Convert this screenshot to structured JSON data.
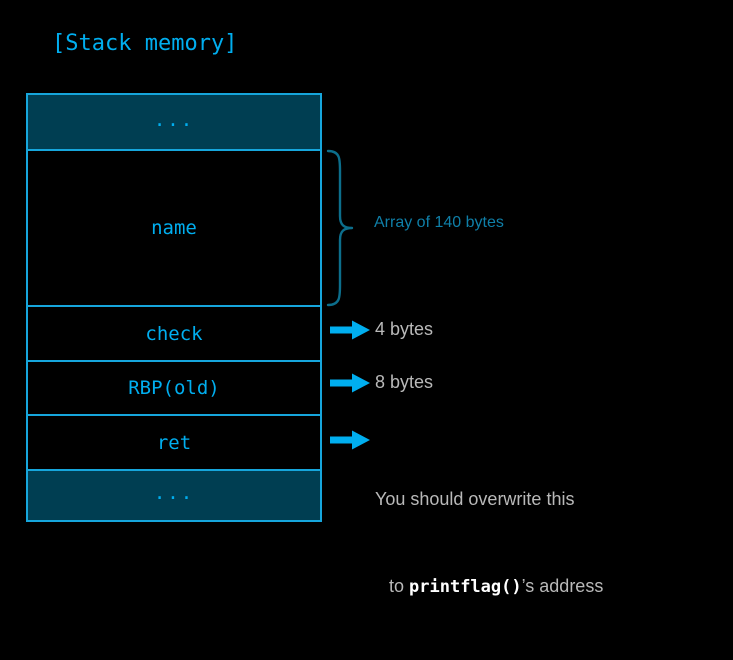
{
  "diagram": {
    "title": "[Stack memory]",
    "colors": {
      "background": "#000000",
      "accent_cyan": "#00AEEF",
      "border_cyan": "#16A6DC",
      "row_fill_teal": "#003E52",
      "brace_blue": "#0C6E8C",
      "label_blue": "#0F7FA8",
      "label_gray": "#B9B9B9",
      "mono_white": "#FFFFFF"
    },
    "stack_rows": [
      {
        "label": "...",
        "filled": true,
        "name": "stack-row-ellipsis-top"
      },
      {
        "label": "name",
        "filled": false,
        "name": "stack-row-name"
      },
      {
        "label": "check",
        "filled": false,
        "name": "stack-row-check"
      },
      {
        "label": "RBP(old)",
        "filled": false,
        "name": "stack-row-rbp-old"
      },
      {
        "label": "ret",
        "filled": false,
        "name": "stack-row-ret"
      },
      {
        "label": "...",
        "filled": true,
        "name": "stack-row-ellipsis-bottom"
      }
    ],
    "annotations": {
      "array_brace": "Array of 140 bytes",
      "check_size": "4 bytes",
      "rbp_size": "8 bytes",
      "ret_line1": "You should overwrite this",
      "ret_line2_prefix": "to ",
      "ret_line2_code": "printflag()",
      "ret_line2_suffix": "’s address"
    }
  }
}
